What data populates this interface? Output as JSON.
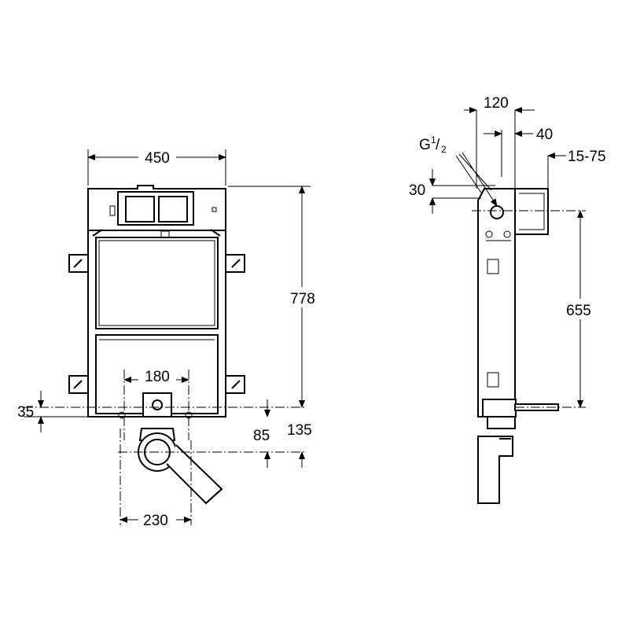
{
  "front_view": {
    "width_label": "450",
    "height_label": "778",
    "inlet_spacing_label": "180",
    "bottom_offset_label": "35",
    "drain_height_label": "85",
    "outlet_height_label": "135",
    "drain_spacing_label": "230"
  },
  "side_view": {
    "depth_label": "120",
    "offset_label": "40",
    "thread_label": "G",
    "thread_fraction_num": "1",
    "thread_fraction_den": "2",
    "wall_adjust_label": "15-75",
    "top_offset_label": "30",
    "height_label": "655"
  }
}
